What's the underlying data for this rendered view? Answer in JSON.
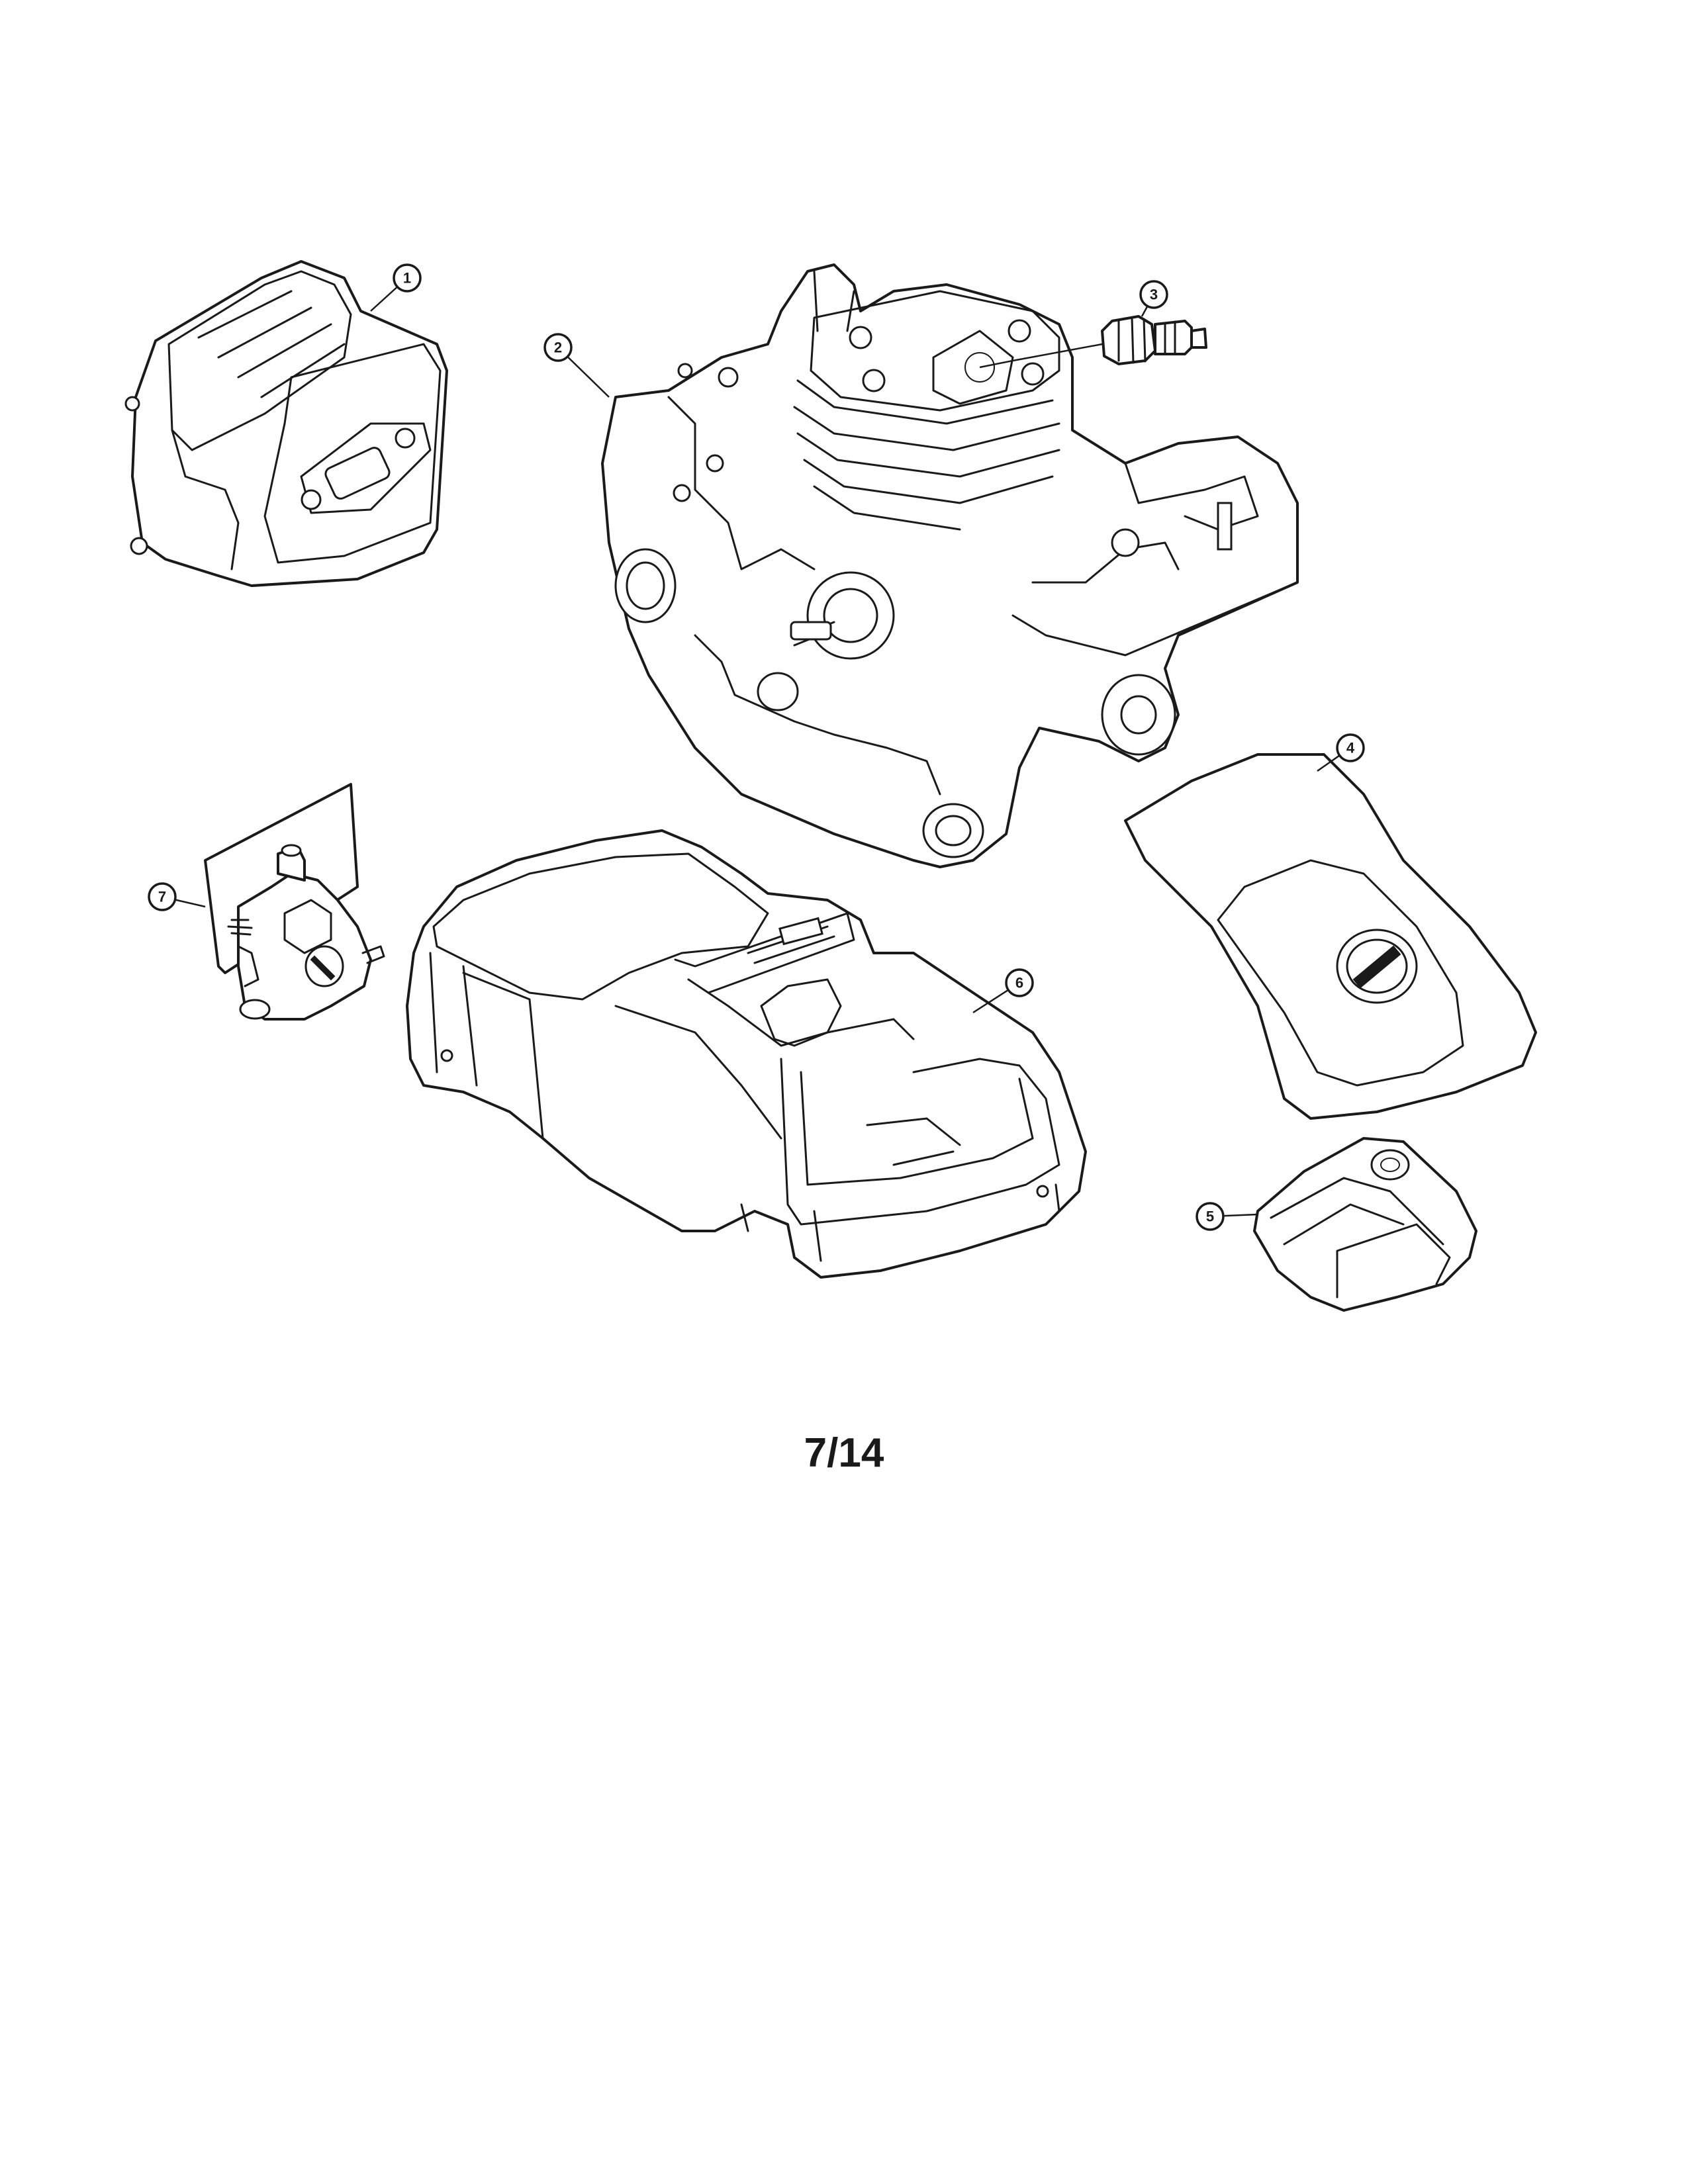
{
  "page": {
    "number_label": "7/14"
  },
  "callouts": [
    {
      "id": "1",
      "part": "muffler"
    },
    {
      "id": "2",
      "part": "crankcase-and-cylinder"
    },
    {
      "id": "3",
      "part": "spark-plug"
    },
    {
      "id": "4",
      "part": "cylinder-cover"
    },
    {
      "id": "5",
      "part": "air-filter"
    },
    {
      "id": "6",
      "part": "top-housing"
    },
    {
      "id": "7",
      "part": "carburetor"
    }
  ],
  "colors": {
    "line": "#1a1a1a",
    "background": "#ffffff"
  }
}
